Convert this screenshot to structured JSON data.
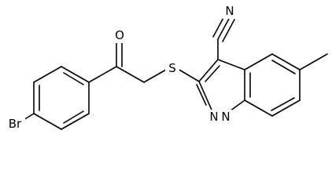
{
  "structure": {
    "atoms": {
      "bromine": "Br",
      "carbonyl_oxygen": "O",
      "sulfur": "S",
      "nitrile_nitrogen": "N",
      "ring_nitrogen_1": "N",
      "ring_nitrogen_2": "N"
    },
    "colors": {
      "bond": "#000000",
      "label": "#000000",
      "background": "#ffffff"
    }
  }
}
